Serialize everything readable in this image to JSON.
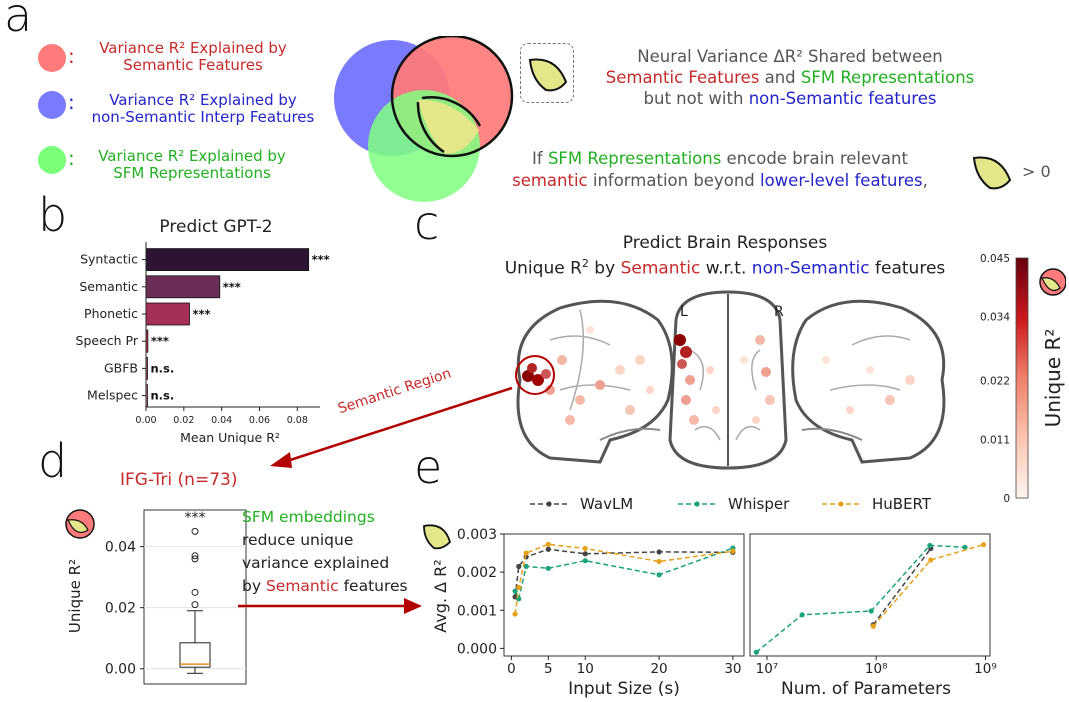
{
  "panels": {
    "a": "a",
    "b": "b",
    "c": "c",
    "d": "d",
    "e": "e"
  },
  "panel_a": {
    "colon": ":",
    "legend": [
      {
        "line1": "Variance R² Explained by",
        "line2": "Semantic Features",
        "color": "#ff7a7a",
        "text_color": "#c62a2a"
      },
      {
        "line1": "Variance R² Explained by",
        "line2": "non-Semantic Interp Features",
        "color": "#7a7aff",
        "text_color": "#2424c8"
      },
      {
        "line1": "Variance R² Explained by",
        "line2": "SFM Representations",
        "color": "#7aff7a",
        "text_color": "#22b022"
      }
    ],
    "shared_note": {
      "line1": "Neural Variance ΔR² Shared between",
      "line2_a": "Semantic Features",
      "line2_b": " and ",
      "line2_c": "SFM Representations",
      "line3_a": "but not with ",
      "line3_b": "non-Semantic features"
    },
    "condition": {
      "line1_a": "If ",
      "line1_b": "SFM Representations",
      "line1_c": " encode brain relevant",
      "line2_a": "semantic",
      "line2_b": " information beyond ",
      "line2_c": "lower-level features",
      "line2_d": ",",
      "gt": "> 0"
    }
  },
  "chart_data": [
    {
      "type": "bar",
      "panel": "b",
      "title": "Predict GPT-2",
      "xlabel": "Mean Unique R²",
      "categories": [
        "Syntactic",
        "Semantic",
        "Phonetic",
        "Speech Pr",
        "GBFB",
        "Melspec"
      ],
      "values": [
        0.086,
        0.039,
        0.023,
        0.001,
        0.0002,
        0.0001
      ],
      "significance": [
        "***",
        "***",
        "***",
        "***",
        "n.s.",
        "n.s."
      ],
      "colors": [
        "#2d1433",
        "#6b2e57",
        "#a63055",
        "#c8405a",
        "#d96070",
        "#e88090"
      ],
      "xlim": [
        0,
        0.092
      ],
      "xticks": [
        "0.00",
        "0.02",
        "0.04",
        "0.06",
        "0.08"
      ],
      "xtick_values": [
        0,
        0.02,
        0.04,
        0.06,
        0.08
      ]
    },
    {
      "type": "boxplot",
      "panel": "d",
      "title": "IFG-Tri (n=73)",
      "ylabel": "Unique R²",
      "significance": "***",
      "ylim": [
        -0.005,
        0.052
      ],
      "yticks": [
        "0.00",
        "0.02",
        "0.04"
      ],
      "ytick_values": [
        0,
        0.02,
        0.04
      ],
      "box": {
        "q1": 0.0005,
        "median": 0.0015,
        "q3": 0.0085,
        "whisker_low": -0.0015,
        "whisker_high": 0.019
      },
      "outliers": [
        0.021,
        0.025,
        0.036,
        0.037,
        0.045
      ]
    },
    {
      "type": "line",
      "panel": "e-left",
      "ylabel": "Avg. Δ R²",
      "xlabel": "Input Size (s)",
      "xlim": [
        -1,
        31.5
      ],
      "ylim": [
        -0.0002,
        0.003
      ],
      "xticks": [
        "0",
        "5",
        "10",
        "20",
        "30"
      ],
      "xtick_values": [
        0,
        5,
        10,
        20,
        30
      ],
      "yticks": [
        "0.000",
        "0.001",
        "0.002",
        "0.003"
      ],
      "ytick_values": [
        0,
        0.001,
        0.002,
        0.003
      ],
      "series": [
        {
          "name": "WavLM",
          "color": "#444444",
          "x": [
            0.5,
            1,
            2,
            5,
            10,
            20,
            30
          ],
          "y": [
            0.00135,
            0.00215,
            0.0024,
            0.0026,
            0.00248,
            0.00253,
            0.00252
          ]
        },
        {
          "name": "Whisper",
          "color": "#1aa37a",
          "x": [
            0.5,
            1,
            2,
            5,
            10,
            20,
            30
          ],
          "y": [
            0.0015,
            0.0013,
            0.00215,
            0.0021,
            0.0023,
            0.00193,
            0.00263
          ]
        },
        {
          "name": "HuBERT",
          "color": "#e8a21a",
          "x": [
            0.5,
            1,
            2,
            5,
            10,
            20,
            30
          ],
          "y": [
            0.0009,
            0.0016,
            0.0025,
            0.00273,
            0.00262,
            0.00228,
            0.00255
          ]
        }
      ]
    },
    {
      "type": "line",
      "panel": "e-right",
      "xlabel": "Num. of Parameters",
      "xscale": "log",
      "xlim": [
        7000000,
        1100000000
      ],
      "ylim": [
        -0.0002,
        0.003
      ],
      "xticks": [
        "10⁷",
        "10⁸",
        "10⁹"
      ],
      "xtick_values": [
        10000000,
        100000000,
        1000000000
      ],
      "series": [
        {
          "name": "WavLM",
          "color": "#444444",
          "x": [
            94000000,
            316000000
          ],
          "y": [
            0.00062,
            0.00262
          ]
        },
        {
          "name": "Whisper",
          "color": "#1aa37a",
          "x": [
            8000000,
            21000000,
            90000000,
            310000000,
            650000000
          ],
          "y": [
            -0.0001,
            0.00088,
            0.00098,
            0.0027,
            0.00265
          ]
        },
        {
          "name": "HuBERT",
          "color": "#e8a21a",
          "x": [
            94000000,
            316000000,
            960000000
          ],
          "y": [
            0.00058,
            0.00232,
            0.00272
          ]
        }
      ]
    }
  ],
  "panel_c": {
    "title": "Predict Brain Responses",
    "subtitle_a": "Unique R",
    "subtitle_sup": "2",
    "subtitle_b": " by ",
    "subtitle_c": "Semantic",
    "subtitle_d": " w.r.t. ",
    "subtitle_e": "non-Semantic",
    "subtitle_f": " features",
    "hemisphere_left": "L",
    "hemisphere_right": "R",
    "region_label": "Semantic Region",
    "colorbar": {
      "label": "Unique R²",
      "ticks": [
        "0.045",
        "0.034",
        "0.022",
        "0.011",
        "0"
      ],
      "tick_values": [
        0.045,
        0.034,
        0.022,
        0.011,
        0
      ]
    }
  },
  "panel_d": {
    "note_line1": "SFM embeddings",
    "note_line2": "reduce unique",
    "note_line3": "variance explained",
    "note_line4_a": "by ",
    "note_line4_b": "Semantic",
    "note_line4_c": " features"
  }
}
